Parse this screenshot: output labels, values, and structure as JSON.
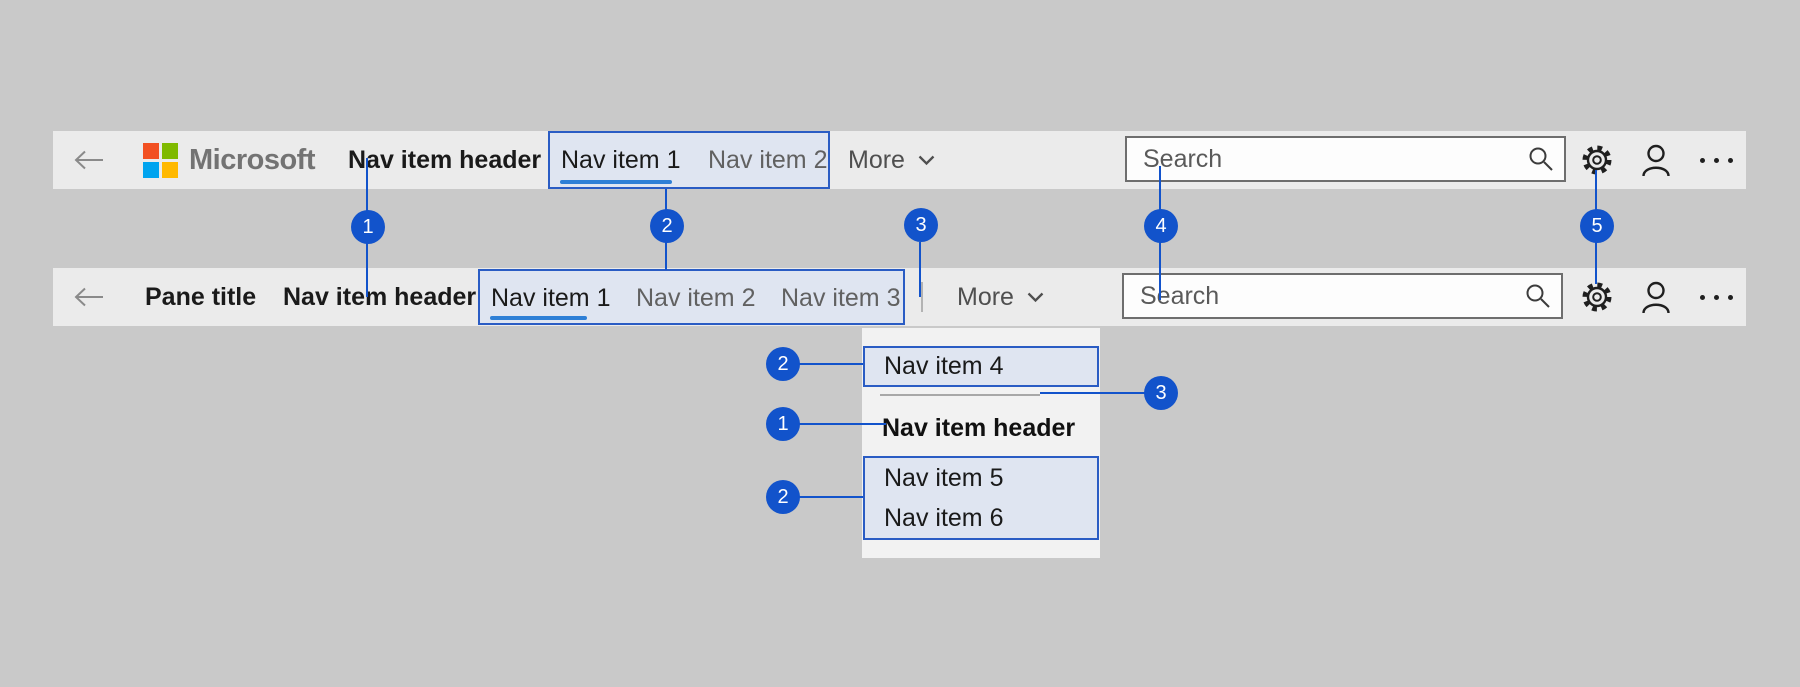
{
  "header_top": {
    "logo_text": "Microsoft",
    "nav_item_header": "Nav item header",
    "nav_items": [
      {
        "label": "Nav item 1",
        "selected": true
      },
      {
        "label": "Nav item 2",
        "selected": false
      }
    ],
    "more_label": "More",
    "search_placeholder": "Search"
  },
  "header_pane": {
    "pane_title": "Pane title",
    "nav_item_header": "Nav item header",
    "nav_items": [
      {
        "label": "Nav item 1",
        "selected": true
      },
      {
        "label": "Nav item 2",
        "selected": false
      },
      {
        "label": "Nav item 3",
        "selected": false
      }
    ],
    "more_label": "More",
    "search_placeholder": "Search"
  },
  "overflow_menu": {
    "item4": "Nav item 4",
    "header": "Nav item header",
    "item5": "Nav item 5",
    "item6": "Nav item 6"
  },
  "callouts": {
    "one": "1",
    "two": "2",
    "three": "3",
    "four": "4",
    "five": "5"
  },
  "icons": {
    "back": "arrow-left",
    "logo": "microsoft-four-squares",
    "more": "chevron-down",
    "search": "magnifier",
    "settings": "gear",
    "account": "person",
    "overflow": "ellipsis"
  },
  "colors": {
    "page_bg": "#c9c9c9",
    "bar_bg": "#ebebeb",
    "panel_bg": "#f2f2f2",
    "accent_blue": "#1253cb",
    "highlight_border": "#2a5cc4",
    "highlight_fill": "#dfe5f1",
    "underline_blue": "#2e7fd6",
    "logo_red": "#f25022",
    "logo_green": "#7fba00",
    "logo_blue": "#00a4ef",
    "logo_yellow": "#ffb900"
  }
}
